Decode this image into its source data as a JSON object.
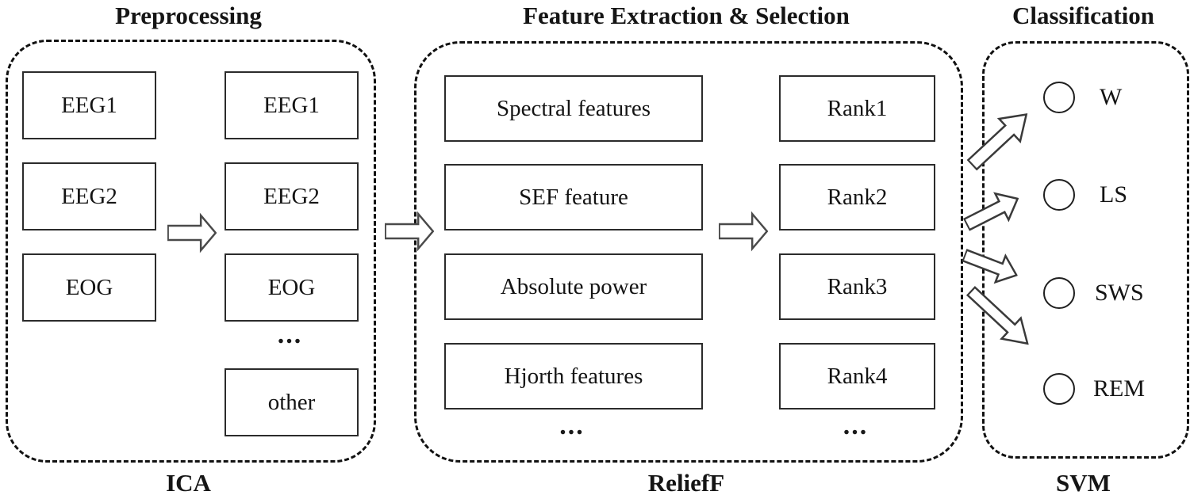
{
  "preprocessing": {
    "title": "Preprocessing",
    "method": "ICA",
    "inputs": [
      "EEG1",
      "EEG2",
      "EOG"
    ],
    "outputs": [
      "EEG1",
      "EEG2",
      "EOG"
    ],
    "outputs_ellipsis": "...",
    "outputs_other": "other"
  },
  "features": {
    "title": "Feature Extraction & Selection",
    "method": "ReliefF",
    "items": [
      "Spectral features",
      "SEF feature",
      "Absolute power",
      "Hjorth features"
    ],
    "items_ellipsis": "...",
    "ranks": [
      "Rank1",
      "Rank2",
      "Rank3",
      "Rank4"
    ],
    "ranks_ellipsis": "..."
  },
  "classification": {
    "title": "Classification",
    "method": "SVM",
    "classes": [
      "W",
      "LS",
      "SWS",
      "REM"
    ]
  },
  "colors": {
    "ink": "#1a1a1a",
    "box_border": "#2b2b2b",
    "arrow_outline": "#4a4a4a",
    "background": "#ffffff"
  }
}
